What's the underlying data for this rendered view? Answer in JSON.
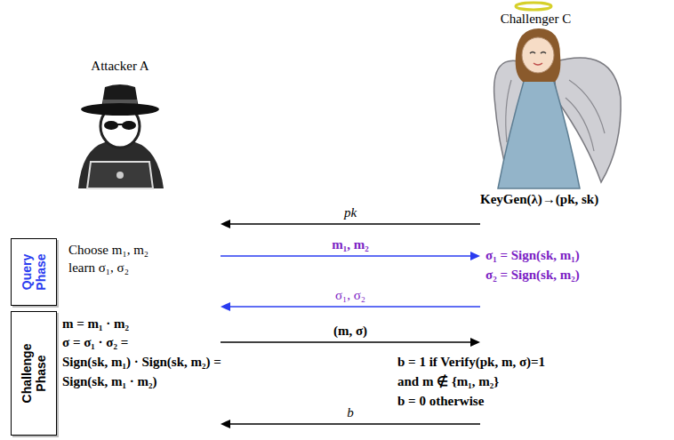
{
  "diagram": {
    "nodes": [
      {
        "text": [
          "Attacker A"
        ]
      },
      {
        "text": [
          "Challenger C",
          "KeyGen(λ)→(pk, sk)"
        ]
      },
      {
        "text": [
          "Query Phase"
        ]
      },
      {
        "text": [
          "Challenge Phase"
        ]
      }
    ],
    "edges": [
      {
        "from": 1,
        "to": 0,
        "arrow": "to",
        "label": "pk"
      },
      {
        "from": 0,
        "to": 1,
        "arrow": "to",
        "label": "m₁, m₂"
      },
      {
        "from": 1,
        "to": 0,
        "arrow": "to",
        "label": "σ₁, σ₂"
      },
      {
        "from": 0,
        "to": 1,
        "arrow": "to",
        "label": "(m, σ)"
      },
      {
        "from": 1,
        "to": 0,
        "arrow": "to",
        "label": "b"
      }
    ],
    "labels": [
      "Choose m₁, m₂",
      "learn σ₁, σ₂",
      "σ₁ = Sign(sk, m₁)",
      "σ₂ = Sign(sk, m₂)",
      "m = m₁ · m₂",
      "σ = σ₁ · σ₂ =",
      "Sign(sk, m₁) · Sign(sk, m₂) =",
      "Sign(sk, m₁ · m₂)",
      "b = 1 if Verify(pk, m, σ)=1",
      "and m ∉ {m₁, m₂}",
      "b = 0 otherwise"
    ]
  }
}
